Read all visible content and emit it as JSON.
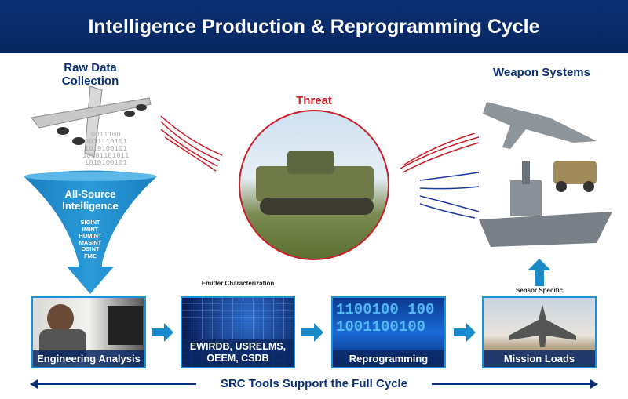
{
  "title": "Intelligence Production & Reprogramming Cycle",
  "raw_data": "Raw Data Collection",
  "threat": "Threat",
  "weapon_systems": "Weapon Systems",
  "funnel": {
    "title": "All-Source Intelligence",
    "items": [
      "SIGINT",
      "IMINT",
      "HUMINT",
      "MASINT",
      "OSINT",
      "FME"
    ]
  },
  "binary": [
    "0011100",
    "0011110101",
    "1010100101",
    "10101101011",
    "1010100101"
  ],
  "boxes": [
    {
      "caption": "Engineering Analysis"
    },
    {
      "above": "Emitter Characterization",
      "caption": "EWIRDB, USRELMS, OEEM, CSDB"
    },
    {
      "caption": "Reprogramming",
      "digits": "1100100 100 1001100100"
    },
    {
      "above": "Sensor Specific",
      "caption": "Mission Loads"
    }
  ],
  "footer": "SRC Tools Support the Full Cycle",
  "colors": {
    "navy": "#0a2f74",
    "blue": "#1a8ac8",
    "red": "#c8202a"
  }
}
